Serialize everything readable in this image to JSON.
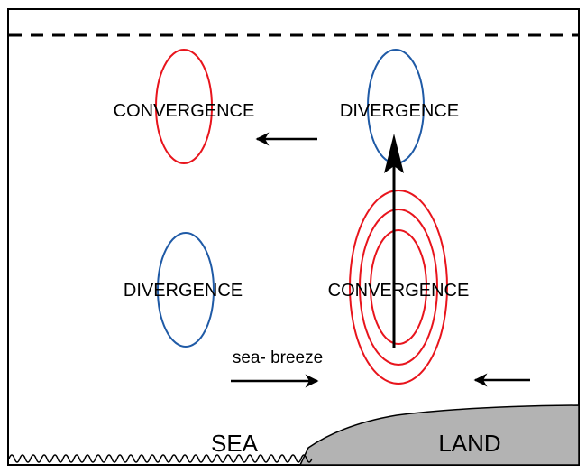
{
  "diagram": {
    "title": "Sea-breeze convergence and divergence",
    "colors": {
      "convergence": "#e8141c",
      "divergence": "#1f5aa6",
      "land": "#b3b3b3",
      "ink": "#000000"
    },
    "upper_level": {
      "convergence_label": "CONVERGENCE",
      "divergence_label": "DIVERGENCE",
      "return_flow_direction": "left"
    },
    "lower_level": {
      "divergence_label": "DIVERGENCE",
      "convergence_label": "CONVERGENCE",
      "convergence_rings": 3,
      "sea_breeze_label": "sea-  breeze",
      "sea_breeze_direction": "right",
      "land_wind_direction": "left",
      "updraft_direction": "up"
    },
    "surface": {
      "sea_label": "SEA",
      "land_label": "LAND"
    }
  }
}
